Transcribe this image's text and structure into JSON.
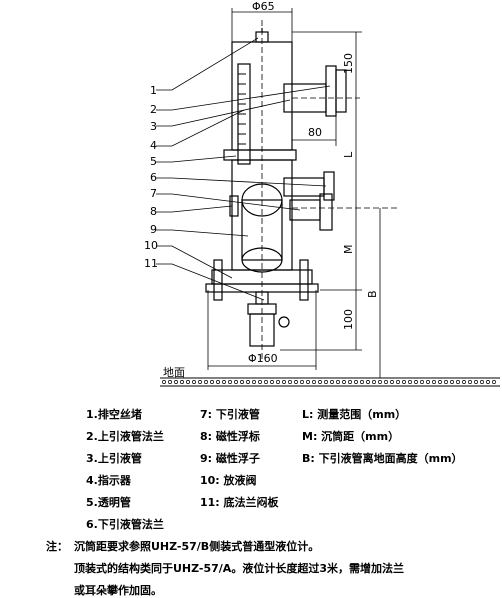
{
  "diagram": {
    "dims": {
      "top_dia": "Φ65",
      "d150": "150",
      "d80": "80",
      "L": "L",
      "M": "M",
      "B": "B",
      "d100": "100",
      "bottom_dia": "Φ160"
    },
    "callouts": [
      "1",
      "2",
      "3",
      "4",
      "5",
      "6",
      "7",
      "8",
      "9",
      "10",
      "11"
    ],
    "ground_label": "地面"
  },
  "legend": {
    "col1": [
      "1.排空丝堵",
      "2.上引液管法兰",
      "3.上引液管",
      "4.指示器",
      "5.透明管",
      "6.下引液管法兰"
    ],
    "col2": [
      "7:  下引液管",
      "8:  磁性浮标",
      "9:  磁性浮子",
      "10:  放液阀",
      "11:  底法兰闷板"
    ],
    "col3": [
      "L:  测量范围（mm）",
      "M:  沉筒距（mm）",
      "B:  下引液管离地面高度（mm）"
    ]
  },
  "note": {
    "label": "注：",
    "line1": "沉筒距要求参照UHZ-57/B侧装式普通型液位计。",
    "line2": "顶装式的结构类同于UHZ-57/A。液位计长度超过3米，需增加法兰",
    "line3": "或耳朵攀作加固。"
  }
}
